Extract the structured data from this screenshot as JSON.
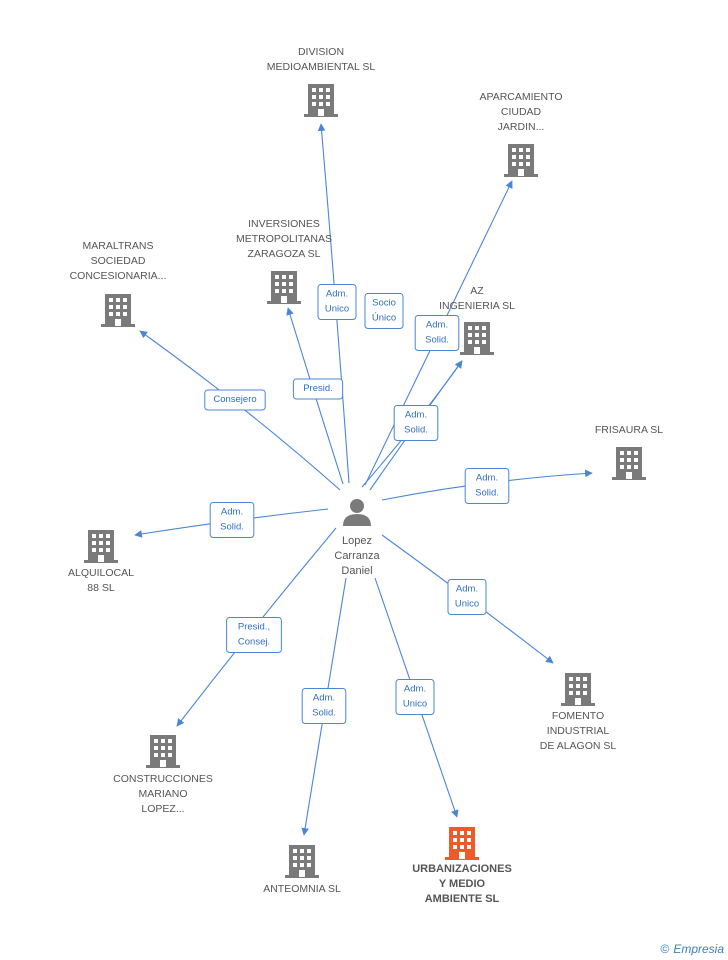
{
  "colors": {
    "edge": "#4a86d8",
    "building": "#7a7a7a",
    "main_building": "#f05a28",
    "text": "#555555"
  },
  "center": {
    "label_lines": [
      "Lopez",
      "Carranza",
      "Daniel"
    ],
    "icon": "person-icon"
  },
  "nodes": [
    {
      "id": "division",
      "label_lines": [
        "DIVISION",
        "MEDIOAMBIENTAL SL"
      ],
      "icon": "building-icon"
    },
    {
      "id": "aparcamiento",
      "label_lines": [
        "APARCAMIENTO",
        "CIUDAD",
        "JARDIN..."
      ],
      "icon": "building-icon"
    },
    {
      "id": "inversiones",
      "label_lines": [
        "INVERSIONES",
        "METROPOLITANAS",
        "ZARAGOZA SL"
      ],
      "icon": "building-icon"
    },
    {
      "id": "maraltrans",
      "label_lines": [
        "MARALTRANS",
        "SOCIEDAD",
        "CONCESIONARIA..."
      ],
      "icon": "building-icon"
    },
    {
      "id": "az",
      "label_lines": [
        "AZ",
        "INGENIERIA SL"
      ],
      "icon": "building-icon"
    },
    {
      "id": "frisaura",
      "label_lines": [
        "FRISAURA SL"
      ],
      "icon": "building-icon"
    },
    {
      "id": "alquilocal",
      "label_lines": [
        "ALQUILOCAL",
        "88 SL"
      ],
      "icon": "building-icon"
    },
    {
      "id": "fomento",
      "label_lines": [
        "FOMENTO",
        "INDUSTRIAL",
        "DE ALAGON SL"
      ],
      "icon": "building-icon"
    },
    {
      "id": "construcciones",
      "label_lines": [
        "CONSTRUCCIONES",
        "MARIANO",
        "LOPEZ..."
      ],
      "icon": "building-icon"
    },
    {
      "id": "anteomnia",
      "label_lines": [
        "ANTEOMNIA SL"
      ],
      "icon": "building-icon"
    },
    {
      "id": "urbanizaciones",
      "label_lines": [
        "URBANIZACIONES",
        "Y MEDIO",
        "AMBIENTE SL"
      ],
      "icon": "building-icon",
      "main": true
    }
  ],
  "edges": [
    {
      "to": "division",
      "label_lines": [
        "Adm.",
        "Unico"
      ]
    },
    {
      "to": "aparcamiento",
      "label_lines": [
        "Socio",
        "Único"
      ]
    },
    {
      "to": "az",
      "label_lines": [
        "Adm.",
        "Solid."
      ]
    },
    {
      "to": "az",
      "label_lines": [
        "Adm.",
        "Solid."
      ]
    },
    {
      "to": "inversiones",
      "label_lines": [
        "Presid."
      ]
    },
    {
      "to": "maraltrans",
      "label_lines": [
        "Consejero"
      ]
    },
    {
      "to": "frisaura",
      "label_lines": [
        "Adm.",
        "Solid."
      ]
    },
    {
      "to": "alquilocal",
      "label_lines": [
        "Adm.",
        "Solid."
      ]
    },
    {
      "to": "fomento",
      "label_lines": [
        "Adm.",
        "Unico"
      ]
    },
    {
      "to": "construcciones",
      "label_lines": [
        "Presid.,",
        "Consej."
      ]
    },
    {
      "to": "anteomnia",
      "label_lines": [
        "Adm.",
        "Solid."
      ]
    },
    {
      "to": "urbanizaciones",
      "label_lines": [
        "Adm.",
        "Unico"
      ]
    }
  ],
  "footer": {
    "copyright": "©",
    "brand": "Empresia"
  }
}
